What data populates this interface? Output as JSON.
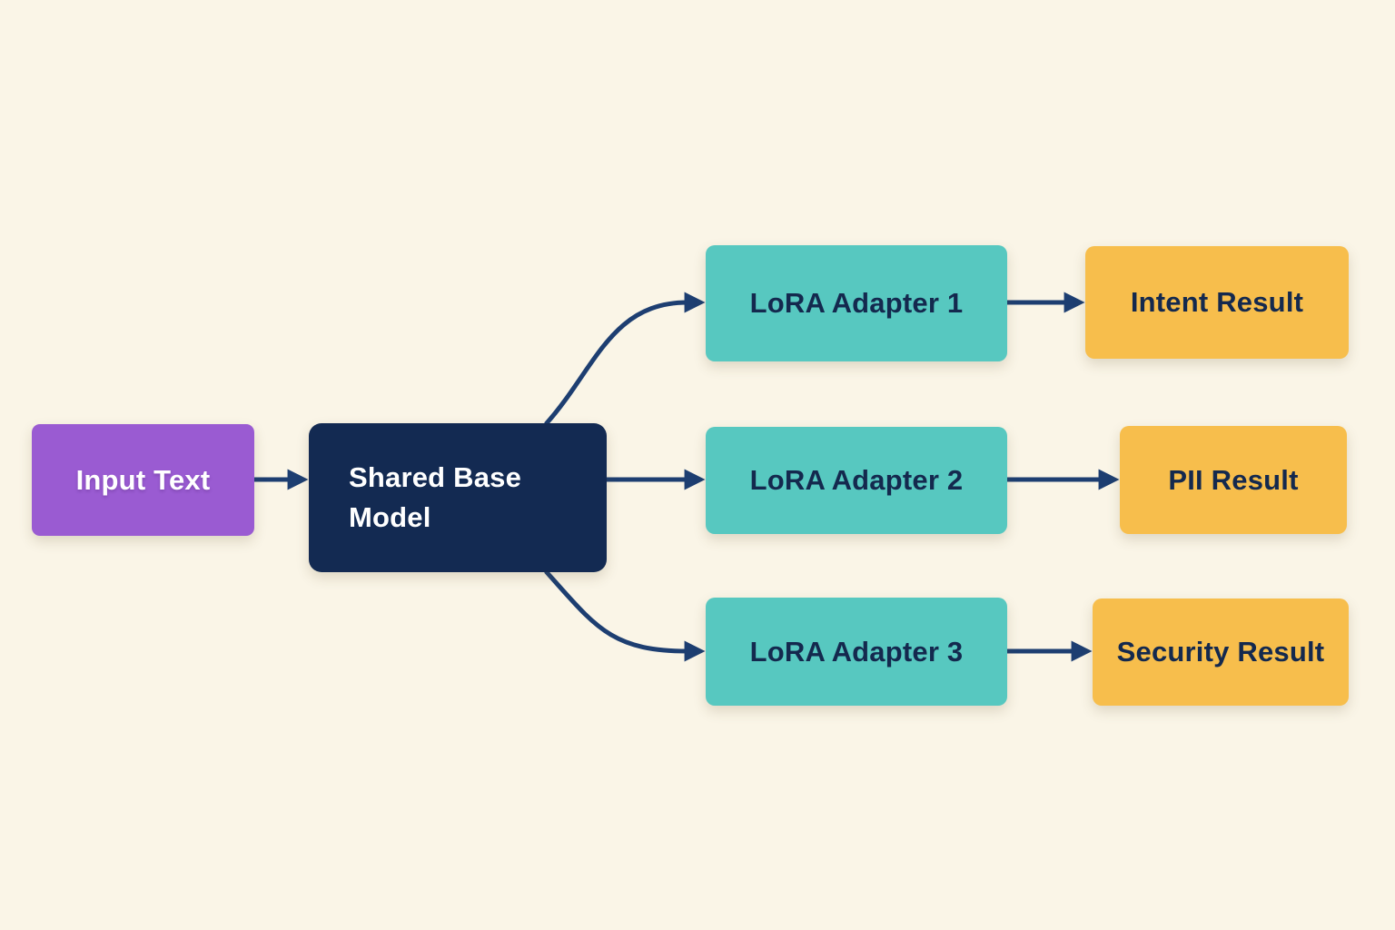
{
  "diagram": {
    "nodes": [
      {
        "id": "input-text",
        "label": "Input Text",
        "role": "input"
      },
      {
        "id": "shared-base-model",
        "label": "Shared Base Model",
        "role": "base-model"
      },
      {
        "id": "lora-adapter-1",
        "label": "LoRA Adapter 1",
        "role": "adapter"
      },
      {
        "id": "lora-adapter-2",
        "label": "LoRA Adapter 2",
        "role": "adapter"
      },
      {
        "id": "lora-adapter-3",
        "label": "LoRA Adapter 3",
        "role": "adapter"
      },
      {
        "id": "intent-result",
        "label": "Intent Result",
        "role": "result"
      },
      {
        "id": "pii-result",
        "label": "PII Result",
        "role": "result"
      },
      {
        "id": "security-result",
        "label": "Security Result",
        "role": "result"
      }
    ],
    "edges": [
      {
        "from": "input-text",
        "to": "shared-base-model"
      },
      {
        "from": "shared-base-model",
        "to": "lora-adapter-1"
      },
      {
        "from": "shared-base-model",
        "to": "lora-adapter-2"
      },
      {
        "from": "shared-base-model",
        "to": "lora-adapter-3"
      },
      {
        "from": "lora-adapter-1",
        "to": "intent-result"
      },
      {
        "from": "lora-adapter-2",
        "to": "pii-result"
      },
      {
        "from": "lora-adapter-3",
        "to": "security-result"
      }
    ],
    "colors": {
      "canvas": "#FAF5E7",
      "purple": "#9A5BD2",
      "navy": "#132A52",
      "teal": "#57C8C0",
      "yellow": "#F7BE4C",
      "arrow": "#1D3E71",
      "text-light": "#FFFFFF",
      "text-dark": "#14294E"
    }
  }
}
